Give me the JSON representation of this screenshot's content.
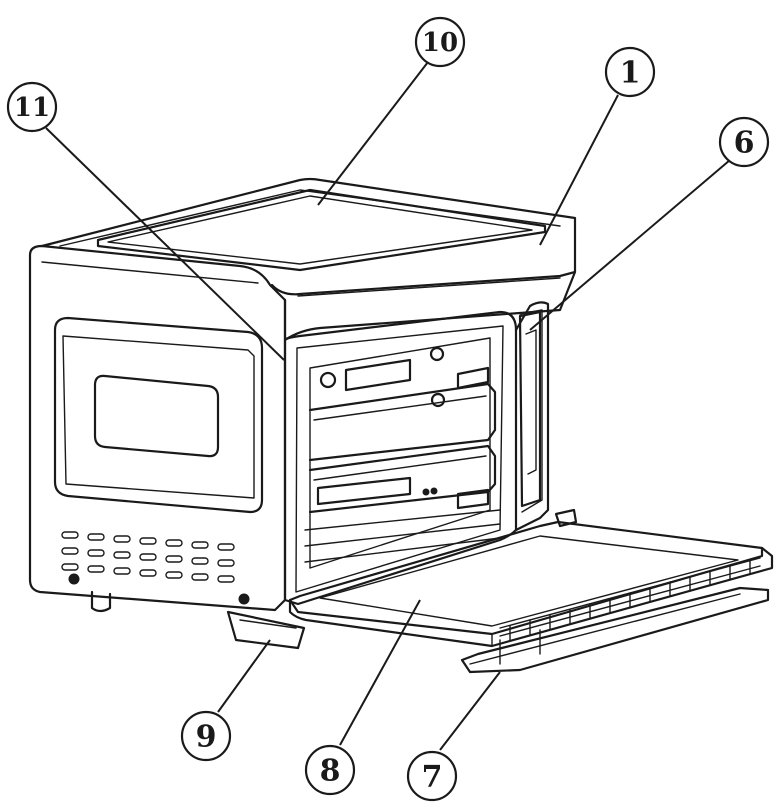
{
  "diagram": {
    "callouts": [
      {
        "id": "c10",
        "label": "10"
      },
      {
        "id": "c1",
        "label": "1"
      },
      {
        "id": "c11",
        "label": "11"
      },
      {
        "id": "c6",
        "label": "6"
      },
      {
        "id": "c9",
        "label": "9"
      },
      {
        "id": "c8",
        "label": "8"
      },
      {
        "id": "c7",
        "label": "7"
      }
    ]
  }
}
